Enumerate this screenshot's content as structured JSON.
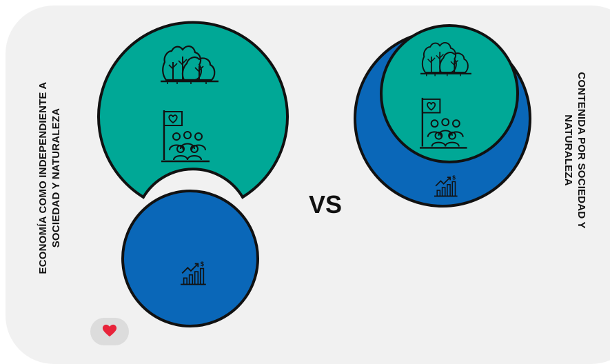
{
  "labels": {
    "left": "ECONOMÍA COMO INDEPENDIENTE A\nSOCIEDAD Y NATURALEZA",
    "right": "CONTENIDA POR SOCIEDAD Y\nNATURALEZA",
    "vs": "VS"
  },
  "colors": {
    "teal": "#00a896",
    "blue": "#0a67b8",
    "outline": "#111111",
    "background": "#f1f1f1",
    "heart": "#e8233a"
  },
  "icons": [
    "forest-icon",
    "community-flag-icon",
    "economy-growth-icon",
    "heart-icon"
  ]
}
